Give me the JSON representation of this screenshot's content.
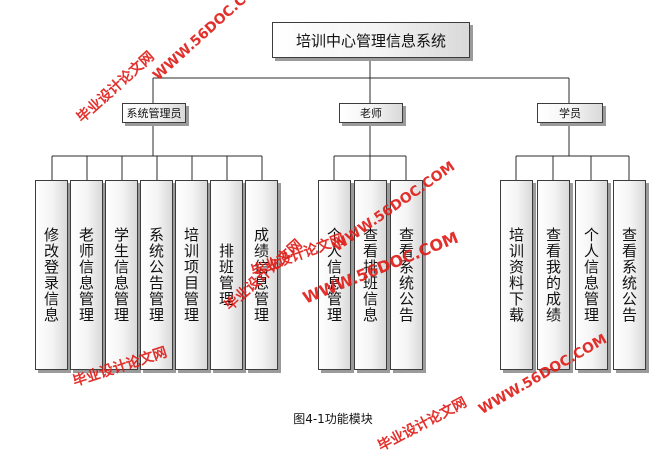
{
  "diagram": {
    "root": "培训中心管理信息系统",
    "branches": [
      {
        "label": "系统管理员",
        "children": [
          "修改登录信息",
          "老师信息管理",
          "学生信息管理",
          "系统公告管理",
          "培训项目管理",
          "排班管理",
          "成绩信息管理"
        ]
      },
      {
        "label": "老师",
        "children": [
          "个人信息管理",
          "查看排班信息",
          "查看系统公告"
        ]
      },
      {
        "label": "学员",
        "children": [
          "培训资料下载",
          "查看我的成绩",
          "个人信息管理",
          "查看系统公告"
        ]
      }
    ]
  },
  "caption": "图4-1功能模块",
  "watermarks": [
    "毕业设计论文网",
    "WWW.56DOC.COM",
    "毕业设计论文网",
    "WWW.56DOC.COM",
    "毕业设计论文网",
    "WWW.56DOC.COM",
    "毕业设计论文网",
    "WWW.56DOC.COM",
    "毕业设计论文网"
  ],
  "colors": {
    "line": "#2b2b2b",
    "watermark": "#e0201b",
    "box_border": "#3c3c3c"
  }
}
